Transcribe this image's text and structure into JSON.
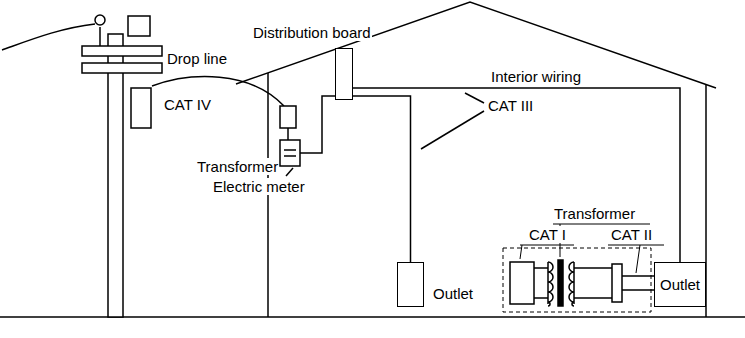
{
  "diagram": {
    "nodes": [
      {
        "text": [
          "Distribution board"
        ]
      },
      {
        "text": [
          "Outlet"
        ]
      },
      {
        "text": [
          "Outlet"
        ]
      }
    ],
    "edges": [
      {
        "from": 0,
        "to": 1,
        "arrow": "none"
      },
      {
        "from": 0,
        "to": 2,
        "arrow": "none",
        "label": "Interior wiring"
      }
    ],
    "labels": [
      "Drop line",
      "CAT IV",
      "Transformer",
      "Electric meter",
      "CAT III",
      "Transformer",
      "CAT I",
      "CAT II"
    ]
  }
}
